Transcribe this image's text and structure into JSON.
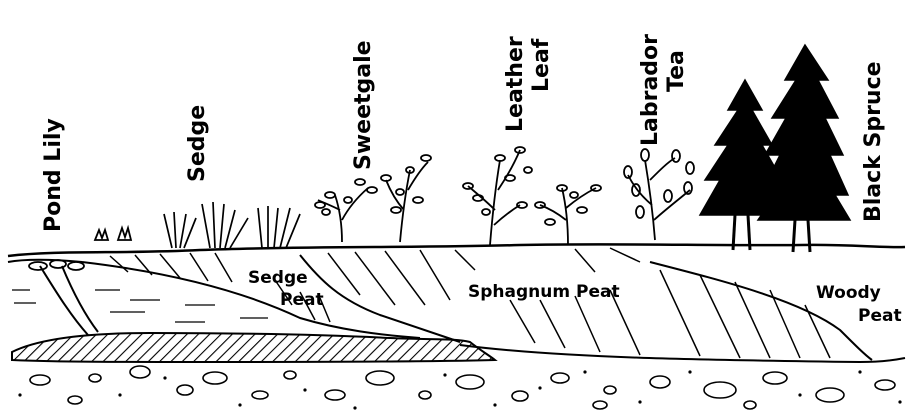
{
  "plant_labels": {
    "pond_lily": "Pond Lily",
    "sedge": "Sedge",
    "sweetgale": "Sweetgale",
    "leather_leaf_1": "Leather",
    "leather_leaf_2": "Leaf",
    "labrador_tea_1": "Labrador",
    "labrador_tea_2": "Tea",
    "black_spruce": "Black Spruce"
  },
  "layer_labels": {
    "sedge_peat_1": "Sedge",
    "sedge_peat_2": "Peat",
    "sphagnum_peat": "Sphagnum Peat",
    "woody_peat_1": "Woody",
    "woody_peat_2": "Peat"
  },
  "colors": {
    "ink": "#000000",
    "paper": "#ffffff"
  },
  "icons": [
    "pond-lily-icon",
    "sedge-tuft-icon",
    "sweetgale-shrub-icon",
    "leather-leaf-shrub-icon",
    "labrador-tea-shrub-icon",
    "black-spruce-tree-icon"
  ]
}
